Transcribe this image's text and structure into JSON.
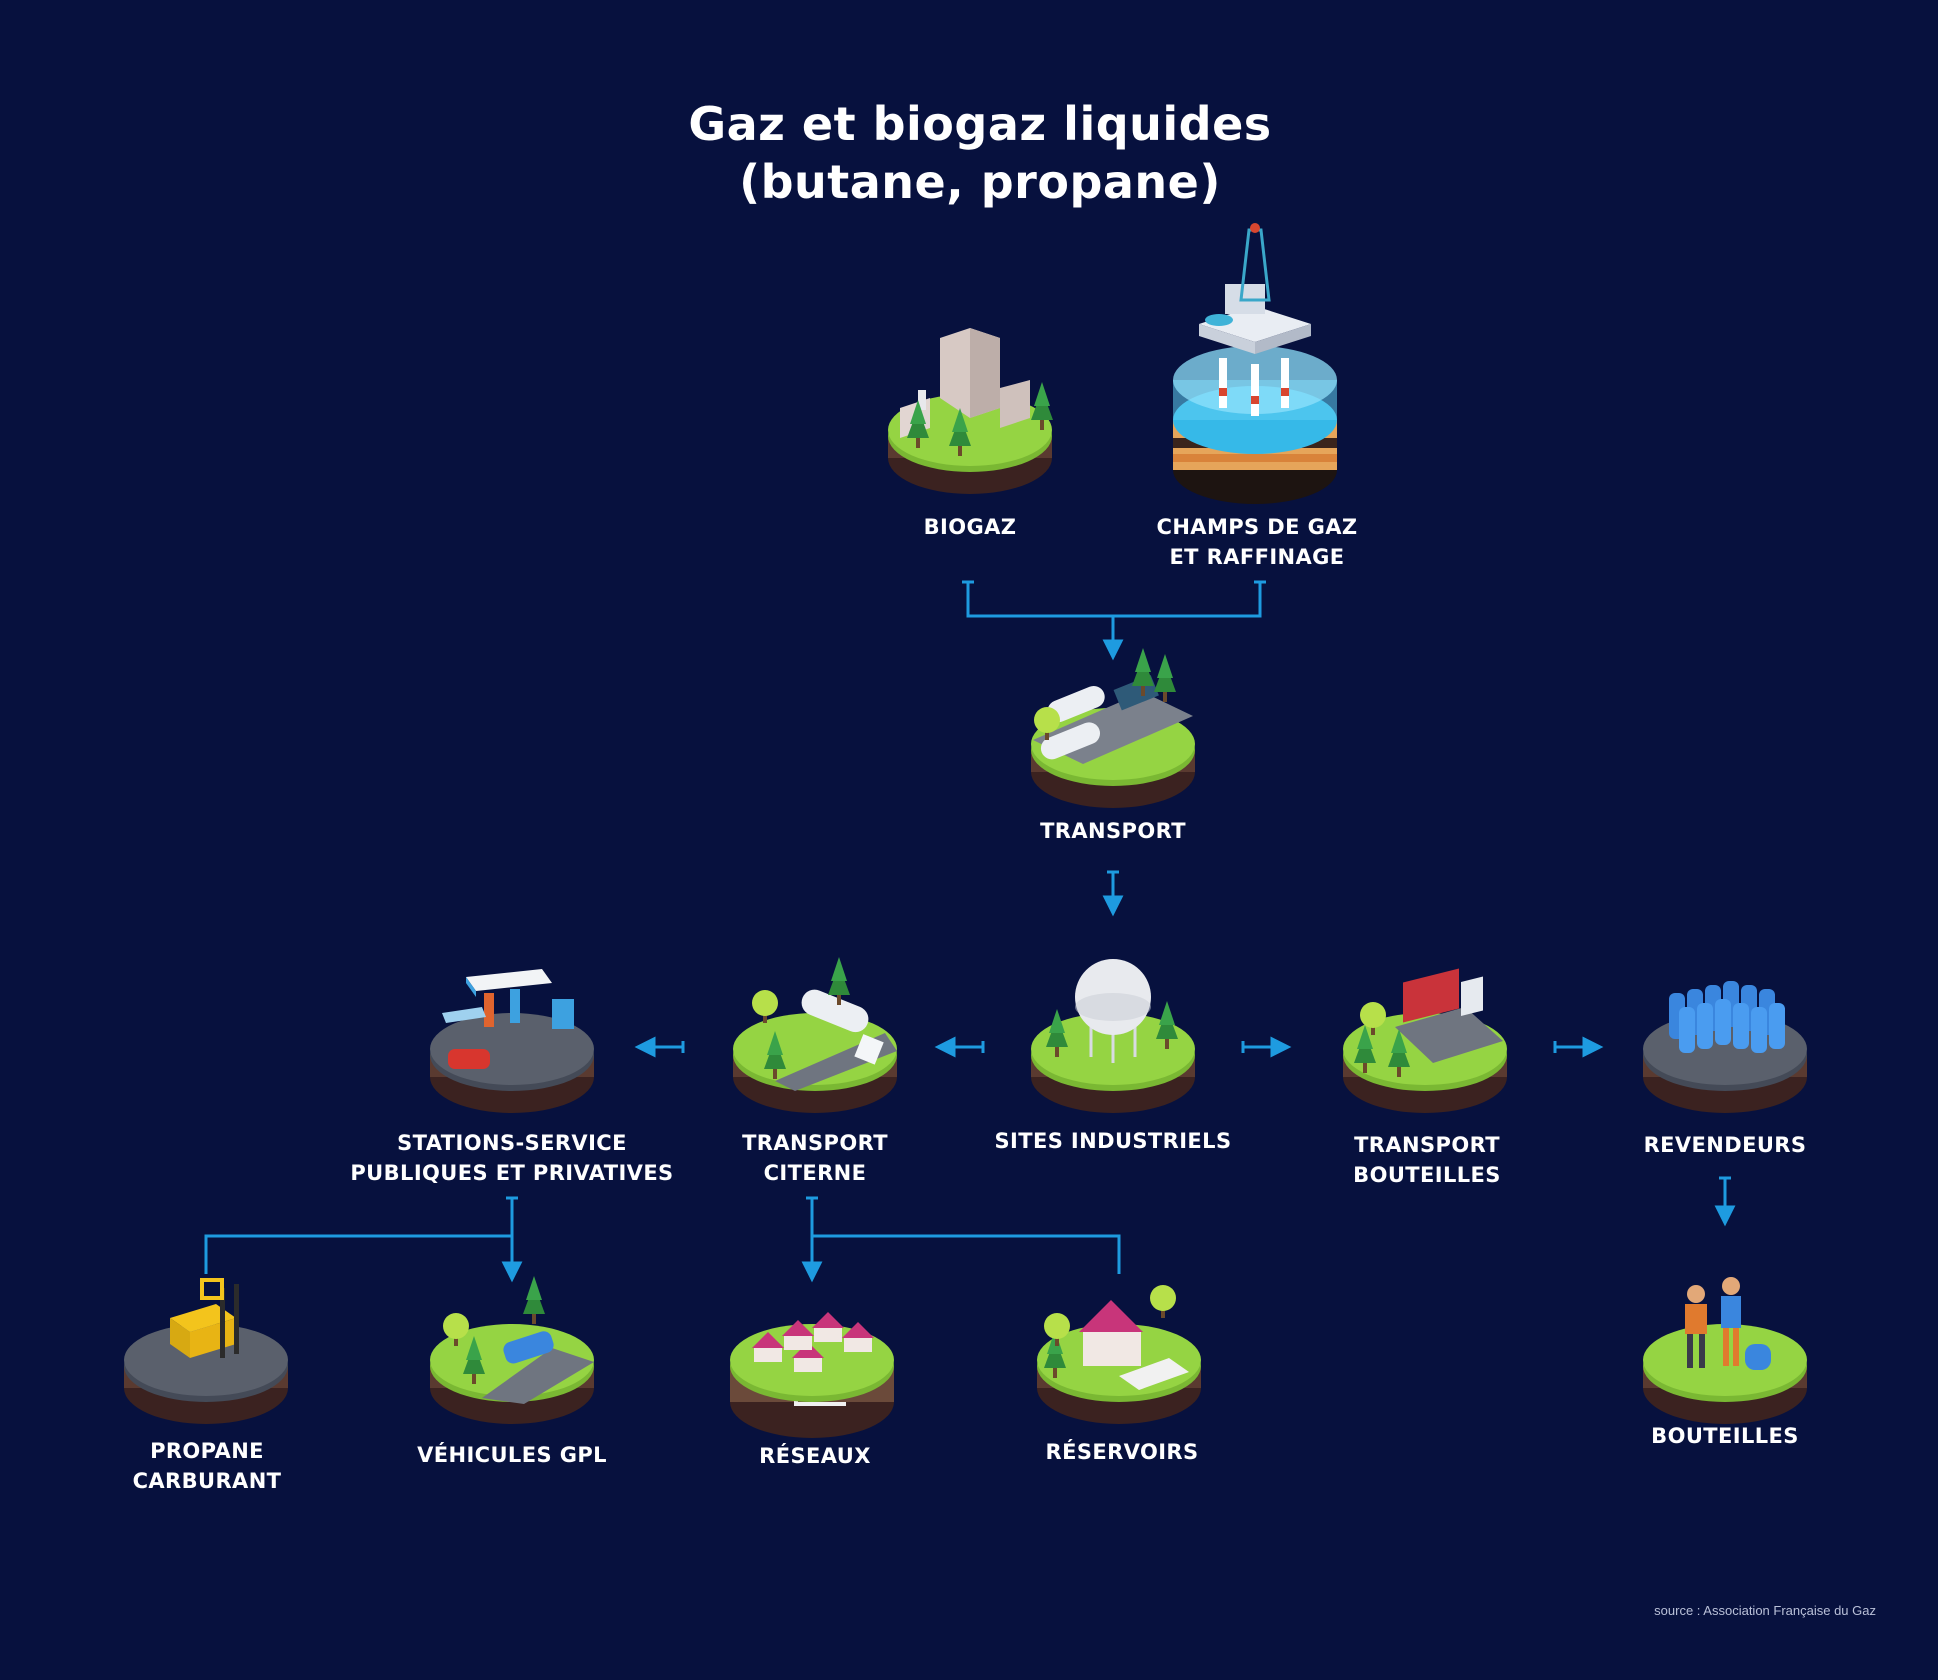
{
  "title": {
    "line1": "Gaz et biogaz liquides",
    "line2": "(butane, propane)"
  },
  "nodes": {
    "biogaz": {
      "line1": "BIOGAZ",
      "line2": ""
    },
    "champs": {
      "line1": "CHAMPS DE GAZ",
      "line2": "ET RAFFINAGE"
    },
    "transport": {
      "line1": "TRANSPORT",
      "line2": ""
    },
    "sites": {
      "line1": "SITES INDUSTRIELS",
      "line2": ""
    },
    "citerne": {
      "line1": "TRANSPORT",
      "line2": "CITERNE"
    },
    "stations": {
      "line1": "STATIONS-SERVICE",
      "line2": "PUBLIQUES ET PRIVATIVES"
    },
    "bouteilles_transport": {
      "line1": "TRANSPORT",
      "line2": "BOUTEILLES"
    },
    "revendeurs": {
      "line1": "REVENDEURS",
      "line2": ""
    },
    "propane": {
      "line1": "PROPANE",
      "line2": "CARBURANT"
    },
    "vehicules": {
      "line1": "VÉHICULES GPL",
      "line2": ""
    },
    "reseaux": {
      "line1": "RÉSEAUX",
      "line2": ""
    },
    "reservoirs": {
      "line1": "RÉSERVOIRS",
      "line2": ""
    },
    "bouteilles": {
      "line1": "BOUTEILLES",
      "line2": ""
    }
  },
  "source": "source : Association Française du Gaz",
  "colors": {
    "background": "#07113e",
    "connector": "#1e9be0",
    "grass": "#8fce3c",
    "soil": "#4b2d2a"
  }
}
